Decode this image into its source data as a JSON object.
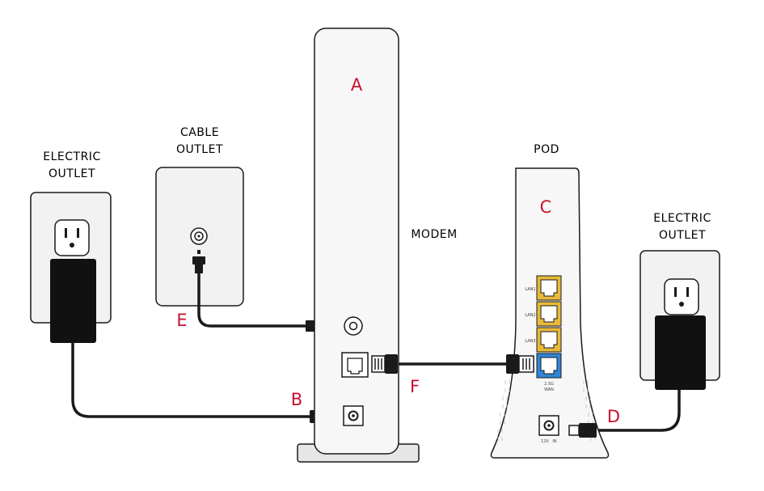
{
  "labels": {
    "left_outlet_line1": "ELECTRIC",
    "left_outlet_line2": "OUTLET",
    "cable_outlet_line1": "CABLE",
    "cable_outlet_line2": "OUTLET",
    "modem": "MODEM",
    "pod": "POD",
    "right_outlet_line1": "ELECTRIC",
    "right_outlet_line2": "OUTLET"
  },
  "letters": {
    "a": "A",
    "b": "B",
    "c": "C",
    "d": "D",
    "e": "E",
    "f": "F"
  },
  "pod_ports": {
    "lan1": "LAN1",
    "lan2": "LAN2",
    "lan3": "LAN3",
    "wan_line1": "2.5G",
    "wan_line2": "WAN",
    "power_12v": "12V",
    "power_in": "IN"
  },
  "colors": {
    "accent_letters": "#c8102e",
    "lan_port": "#e8b93a",
    "wan_port": "#2f86d6",
    "outline": "#1a1a1a",
    "panel_fill": "#f2f2f2"
  }
}
